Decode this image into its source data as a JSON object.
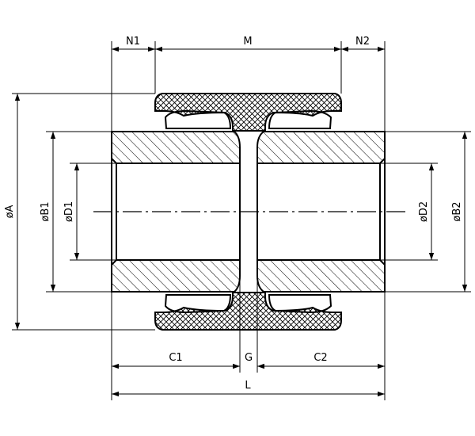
{
  "labels": {
    "n1": "N1",
    "m": "M",
    "n2": "N2",
    "a": "øA",
    "b1": "øB1",
    "d1": "øD1",
    "d2": "øD2",
    "b2": "øB2",
    "c1": "C1",
    "g": "G",
    "c2": "C2",
    "l": "L"
  }
}
